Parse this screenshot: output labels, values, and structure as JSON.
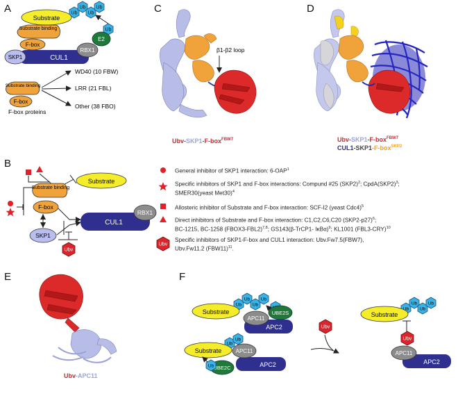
{
  "panels": {
    "A": {
      "letter": "A",
      "nodes": {
        "substrate": "Substrate",
        "substrate_binding": "Substrate binding",
        "fbox": "F-box",
        "skp1": "SKP1",
        "cul1": "CUL1",
        "rbx1": "RBX1",
        "e2": "E2",
        "ub": "Ub"
      },
      "fbox_families": {
        "substrate_binding": "Substrate binding",
        "fbox": "F-box",
        "caption": "F-box proteins",
        "classes": [
          "WD40 (10 FBW)",
          "LRR (21 FBL)",
          "Other (38 FBO)"
        ]
      }
    },
    "B": {
      "letter": "B",
      "nodes": {
        "substrate": "Substrate",
        "substrate_binding": "Substrate binding",
        "fbox": "F-box",
        "skp1": "SKP1",
        "cul1": "CUL1",
        "rbx1": "RBX1",
        "ubv": "Ubv"
      },
      "legend": [
        {
          "symbol": "circle",
          "text": "General inhibitor of SKP1 interaction: 6-OAP",
          "ref": "1"
        },
        {
          "symbol": "star",
          "lines": [
            [
              {
                "t": "Specific inhibitors of SKP1 and F-box interactions:  Compund #25 (SKP2)"
              },
              {
                "s": "2"
              },
              {
                "t": "; CpdA(SKP2)"
              },
              {
                "s": "3"
              },
              {
                "t": ";"
              }
            ],
            [
              {
                "t": "SMER30(yeast Met30)"
              },
              {
                "s": "4"
              }
            ]
          ]
        },
        {
          "symbol": "square",
          "lines": [
            [
              {
                "t": "Allosteric inhibitor of Substrate and F-box interaction: SCF-I2 (yeast Cdc4)"
              },
              {
                "s": "5"
              }
            ]
          ]
        },
        {
          "symbol": "triangle",
          "lines": [
            [
              {
                "t": "Direct inhibitors of Substrate and F-box interaction: C1,C2,C6,C20 (SKP2-p27)"
              },
              {
                "s": "6"
              },
              {
                "t": ";"
              }
            ],
            [
              {
                "t": "BC-1215, BC-1258 (FBOX3-FBL2)"
              },
              {
                "s": "7,8"
              },
              {
                "t": "; GS143(β-TrCP1- IκBα)"
              },
              {
                "s": "9"
              },
              {
                "t": "; KL1001 (FBL3-CRY)"
              },
              {
                "s": "10"
              }
            ]
          ]
        },
        {
          "symbol": "ubv",
          "symbol_text": "Ubv",
          "lines": [
            [
              {
                "t": "Specific inhibitors of SKP1-F-box and CUL1 interaction: Ubv.Fw7.5(FBW7),"
              }
            ],
            [
              {
                "t": "Ubv.Fw11.2 (FBW11)"
              },
              {
                "s": "11"
              },
              {
                "t": "."
              }
            ]
          ]
        }
      ]
    },
    "C": {
      "letter": "C",
      "loop_label": "β1-β2 loop",
      "caption": [
        {
          "text": "Ubv",
          "color": "#e0202a"
        },
        {
          "text": "-",
          "color": "#e0202a"
        },
        {
          "text": "SKP1",
          "color": "#9aa4de"
        },
        {
          "text": "-F-box",
          "color": "#e0202a"
        },
        {
          "sup": "FBW7",
          "color": "#e0202a"
        }
      ]
    },
    "D": {
      "letter": "D",
      "caption_line1": [
        {
          "text": "Ubv",
          "color": "#e0202a"
        },
        {
          "text": "-",
          "color": "#e0202a"
        },
        {
          "text": "SKP1",
          "color": "#9aa4de"
        },
        {
          "text": "-F-box",
          "color": "#e0202a"
        },
        {
          "sup": "FBW7",
          "color": "#e0202a"
        }
      ],
      "caption_line2": [
        {
          "text": "CUL1",
          "color": "#2c2e8c"
        },
        {
          "text": "-SKP1",
          "color": "#444444"
        },
        {
          "text": "-F-box",
          "color": "#f0a020"
        },
        {
          "sup": "SKP2",
          "color": "#f0a020"
        }
      ]
    },
    "E": {
      "letter": "E",
      "caption": [
        {
          "text": "Ubv",
          "color": "#e0202a"
        },
        {
          "text": "-APC11",
          "color": "#9aa4de"
        }
      ]
    },
    "F": {
      "letter": "F",
      "nodes": {
        "substrate": "Substrate",
        "apc11": "APC11",
        "apc2": "APC2",
        "ube2s": "UBE2S",
        "ube2c": "UBE2C",
        "ubv": "Ubv",
        "ub": "Ub"
      }
    }
  },
  "colors": {
    "substrate": "#f5ec2a",
    "fbox": "#f0a33a",
    "skp1": "#b9bdf0",
    "cul1": "#2f2f8f",
    "rbx1": "#8c8c8c",
    "e2": "#1f7a3a",
    "ub": "#38b3e6",
    "ubv": "#d9252b",
    "inhibitor_red": "#e0202a"
  }
}
